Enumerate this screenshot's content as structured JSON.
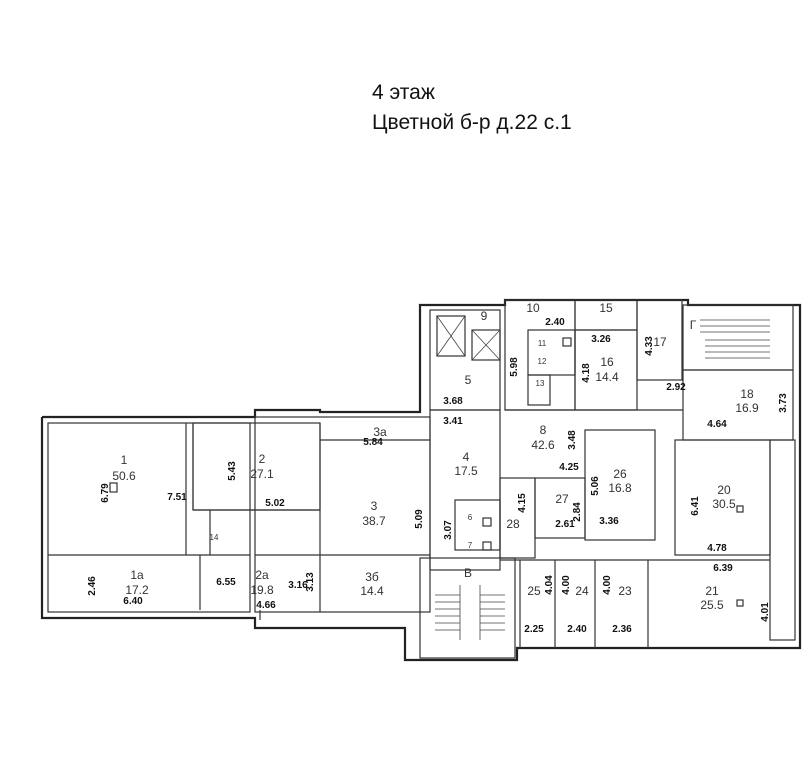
{
  "title": {
    "floor": "4 этаж",
    "address": "Цветной б-р д.22 с.1"
  },
  "rooms": {
    "r1": {
      "label": "1",
      "area": "50.6"
    },
    "r1a": {
      "label": "1а",
      "area": "17.2"
    },
    "r2": {
      "label": "2",
      "area": "27.1"
    },
    "r2a": {
      "label": "2а",
      "area": "19.8"
    },
    "r3": {
      "label": "3",
      "area": "38.7"
    },
    "r3a": {
      "label": "3а"
    },
    "r3b": {
      "label": "3б",
      "area": "14.4"
    },
    "r4": {
      "label": "4",
      "area": "17.5"
    },
    "r5": {
      "label": "5"
    },
    "r6": {
      "label": "6"
    },
    "r7": {
      "label": "7"
    },
    "r8": {
      "label": "8",
      "area": "42.6"
    },
    "r9": {
      "label": "9"
    },
    "r10": {
      "label": "10"
    },
    "r11": {
      "label": "11"
    },
    "r12": {
      "label": "12"
    },
    "r13": {
      "label": "13"
    },
    "r14": {
      "label": "14"
    },
    "r15": {
      "label": "15"
    },
    "r16": {
      "label": "16",
      "area": "14.4"
    },
    "r17": {
      "label": "17"
    },
    "r18": {
      "label": "18",
      "area": "16.9"
    },
    "r20": {
      "label": "20",
      "area": "30.5"
    },
    "r21": {
      "label": "21",
      "area": "25.5"
    },
    "r23": {
      "label": "23"
    },
    "r24": {
      "label": "24"
    },
    "r25": {
      "label": "25"
    },
    "r26": {
      "label": "26",
      "area": "16.8"
    },
    "r27": {
      "label": "27"
    },
    "r28": {
      "label": "28"
    },
    "stairB": {
      "label": "В"
    },
    "stairG": {
      "label": "Г"
    }
  },
  "dims": {
    "d679": "6.79",
    "d751": "7.51",
    "d543": "5.43",
    "d502": "5.02",
    "d584": "5.84",
    "d509": "5.09",
    "d307": "3.07",
    "d246": "2.46",
    "d640": "6.40",
    "d655": "6.55",
    "d316": "3.16",
    "d313": "3.13",
    "d466": "4.66",
    "d368": "3.68",
    "d341": "3.41",
    "d598": "5.98",
    "d240a": "2.40",
    "d326": "3.26",
    "d418": "4.18",
    "d433": "4.33",
    "d292": "2.92",
    "d373": "3.73",
    "d464": "4.64",
    "d348": "3.48",
    "d425": "4.25",
    "d415": "4.15",
    "d506": "5.06",
    "d284": "2.84",
    "d261": "2.61",
    "d336": "3.36",
    "d641": "6.41",
    "d478": "4.78",
    "d639": "6.39",
    "d404": "4.04",
    "d400a": "4.00",
    "d400b": "4.00",
    "d225": "2.25",
    "d240b": "2.40",
    "d236": "2.36",
    "d401": "4.01"
  }
}
